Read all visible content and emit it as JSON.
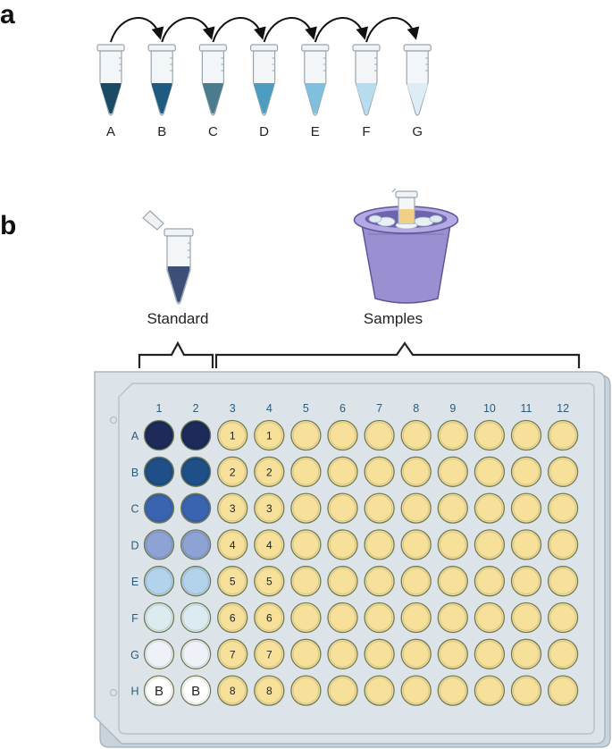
{
  "panels": {
    "a": "a",
    "b": "b"
  },
  "dilution": {
    "tubes": [
      {
        "label": "A",
        "color": "#1b4a64"
      },
      {
        "label": "B",
        "color": "#1f5b80"
      },
      {
        "label": "C",
        "color": "#4a7c8e"
      },
      {
        "label": "D",
        "color": "#4e9cc0"
      },
      {
        "label": "E",
        "color": "#7ec0dd"
      },
      {
        "label": "F",
        "color": "#b6dcee"
      },
      {
        "label": "G",
        "color": "#dcedf6"
      }
    ]
  },
  "standard_label": "Standard",
  "samples_label": "Samples",
  "plate": {
    "columns": [
      "1",
      "2",
      "3",
      "4",
      "5",
      "6",
      "7",
      "8",
      "9",
      "10",
      "11",
      "12"
    ],
    "rows": [
      "A",
      "B",
      "C",
      "D",
      "E",
      "F",
      "G",
      "H"
    ],
    "standard_colors": [
      "#1d2a5a",
      "#1e4f86",
      "#3b64b0",
      "#8ea2d4",
      "#b3d2ec",
      "#dcebf0",
      "#eef1f7",
      "#ffffff"
    ],
    "standard_well_text": [
      "",
      "",
      "",
      "",
      "",
      "",
      "",
      "B"
    ],
    "sample_numbers": [
      "1",
      "2",
      "3",
      "4",
      "5",
      "6",
      "7",
      "8"
    ],
    "sample_color": "#f6e09a",
    "plate_color": "#dce4ea",
    "plate_edge": "#a9b7c2"
  }
}
